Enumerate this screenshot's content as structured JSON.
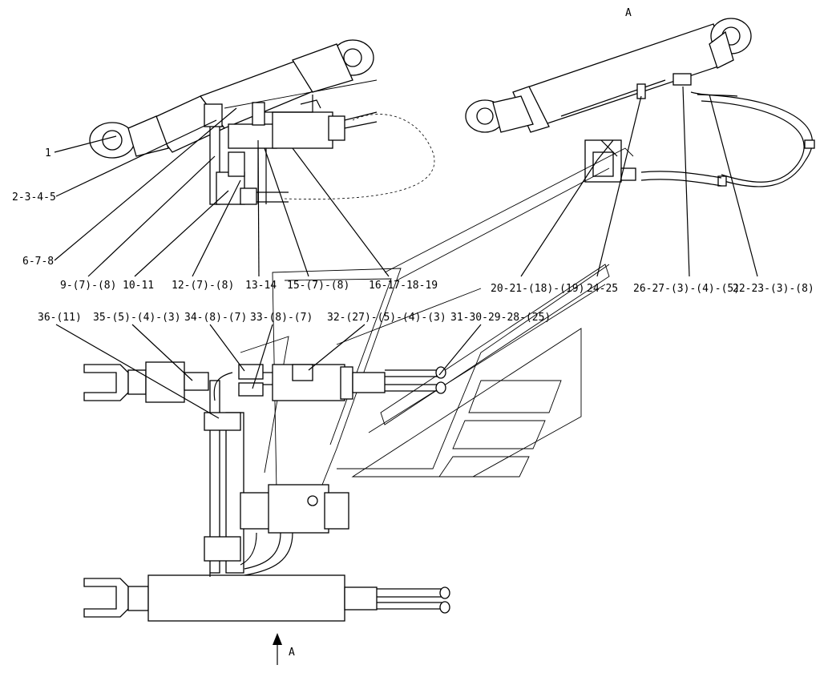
{
  "view_marker": "A",
  "callouts": [
    {
      "id": "c1",
      "text": "1"
    },
    {
      "id": "c2",
      "text": "2-3-4-5"
    },
    {
      "id": "c6",
      "text": "6-7-8"
    },
    {
      "id": "c9",
      "text": "9-(7)-(8)"
    },
    {
      "id": "c10",
      "text": "10-11"
    },
    {
      "id": "c12",
      "text": "12-(7)-(8)"
    },
    {
      "id": "c13",
      "text": "13-14"
    },
    {
      "id": "c15",
      "text": "15-(7)-(8)"
    },
    {
      "id": "c16",
      "text": "16-17-18-19"
    },
    {
      "id": "c20",
      "text": "20-21-(18)-(19)"
    },
    {
      "id": "c24",
      "text": "24-25"
    },
    {
      "id": "c26",
      "text": "26-27-(3)-(4)-(5)"
    },
    {
      "id": "c22",
      "text": "22-23-(3)-(8)"
    },
    {
      "id": "c36",
      "text": "36-(11)"
    },
    {
      "id": "c35",
      "text": "35-(5)-(4)-(3)"
    },
    {
      "id": "c34",
      "text": "34-(8)-(7)"
    },
    {
      "id": "c33",
      "text": "33-(8)-(7)"
    },
    {
      "id": "c32",
      "text": "32-(27)-(5)-(4)-(3)"
    },
    {
      "id": "c31",
      "text": "31-30-29-28-(25)"
    }
  ]
}
